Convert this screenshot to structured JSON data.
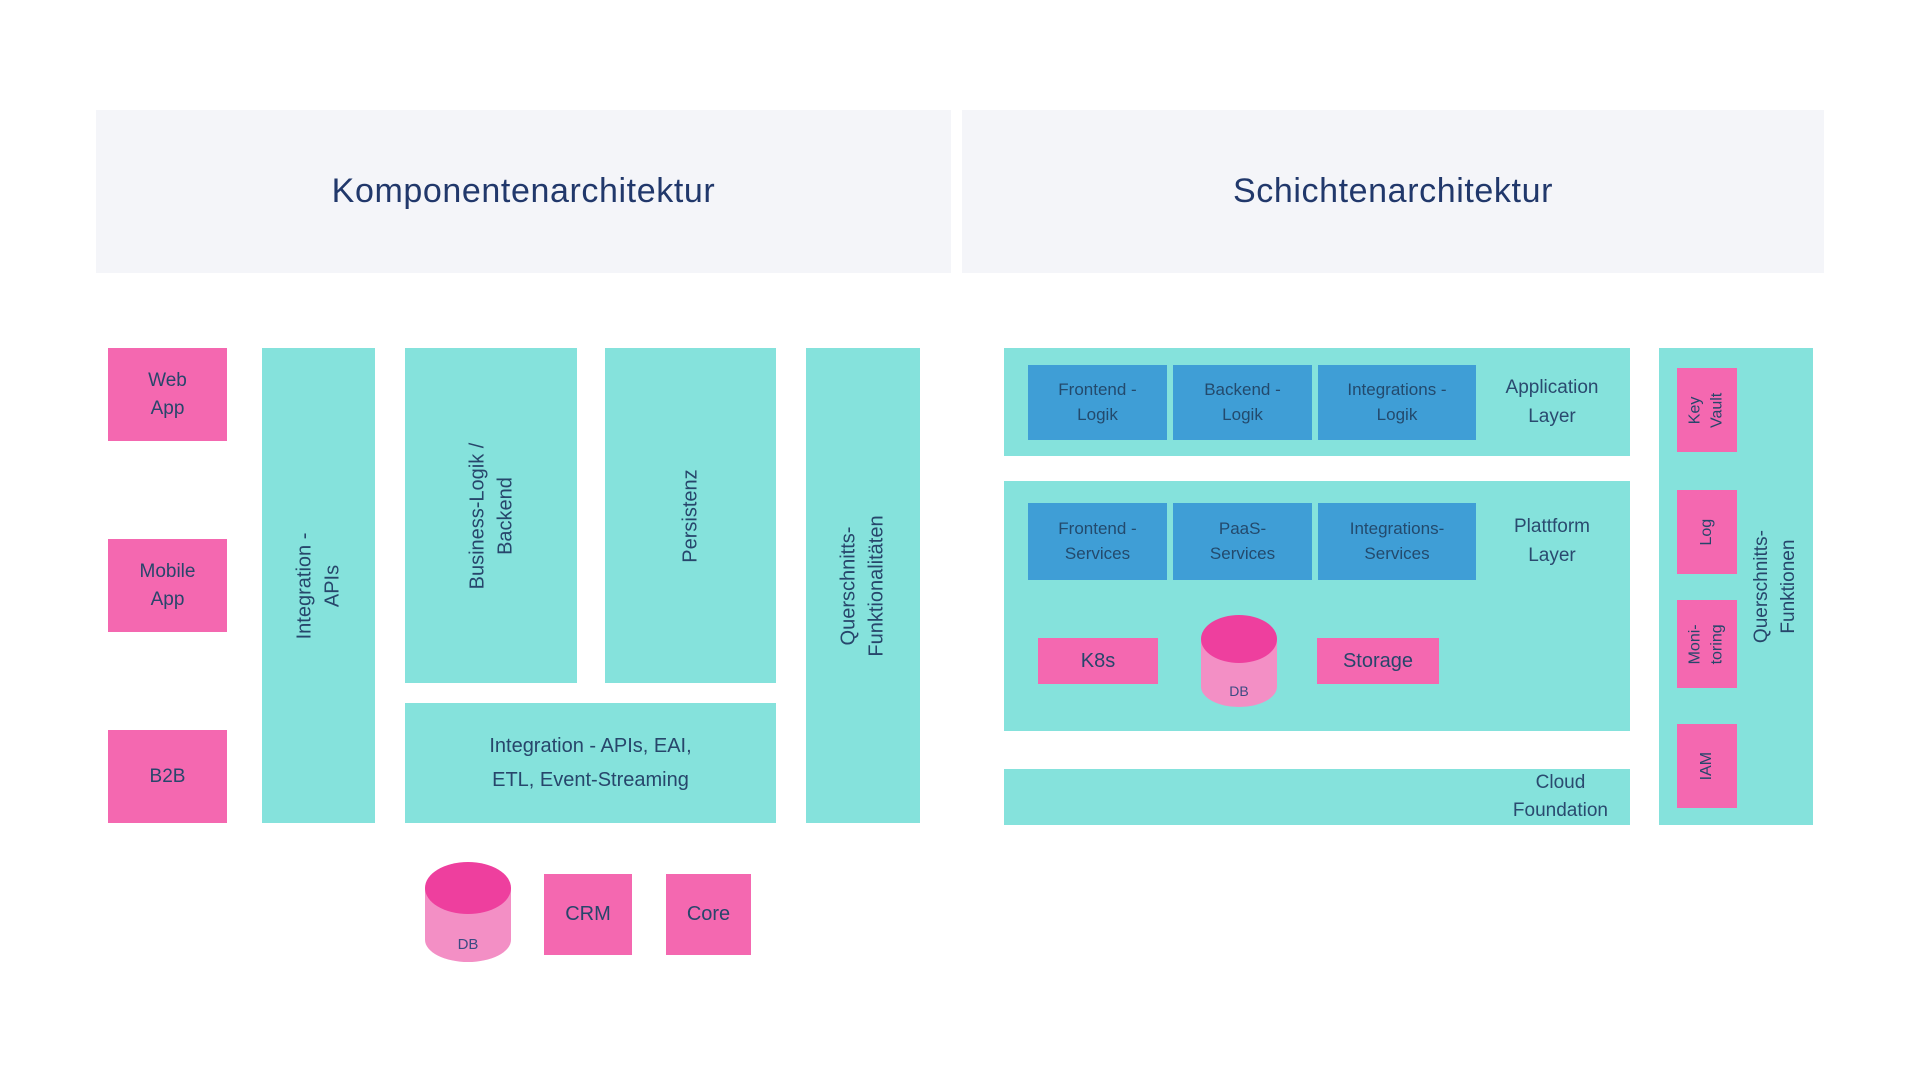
{
  "colors": {
    "teal": "#85e2dc",
    "pink": "#f468b0",
    "pink_cylinder_top": "#ee3f9e",
    "pink_cylinder_body": "#f38fc5",
    "blue": "#3f9ed6",
    "navy_text": "#27466b",
    "title_text": "#21386b",
    "header_background": "#f4f5f9",
    "page_background": "#ffffff"
  },
  "left_panel": {
    "title": "Komponentenarchitektur",
    "clients": {
      "web": "Web\nApp",
      "mobile": "Mobile\nApp",
      "b2b": "B2B"
    },
    "bars": {
      "integration": "Integration - APIs",
      "business": "Business-Logik /\nBackend",
      "persistenz": "Persistenz",
      "querschnitt": "Querschnitts-Funktionalitäten"
    },
    "integration_box": "Integration - APIs, EAI,\nETL, Event-Streaming",
    "db_label": "DB",
    "crm": "CRM",
    "core": "Core"
  },
  "right_panel": {
    "title": "Schichtenarchitektur",
    "application_layer": {
      "label": "Application\nLayer",
      "boxes": [
        "Frontend -\nLogik",
        "Backend -\nLogik",
        "Integrations -\nLogik"
      ]
    },
    "platform_layer": {
      "label": "Plattform\nLayer",
      "boxes": [
        "Frontend -\nServices",
        "PaaS-\nServices",
        "Integrations-\nServices"
      ],
      "k8s": "K8s",
      "db_label": "DB",
      "storage": "Storage"
    },
    "cloud_foundation": "Cloud\nFoundation",
    "cross_cutting": {
      "label": "Querschnitts-Funktionen",
      "boxes": [
        "Key\nVault",
        "Log",
        "Moni-\ntoring",
        "IAM"
      ]
    }
  }
}
